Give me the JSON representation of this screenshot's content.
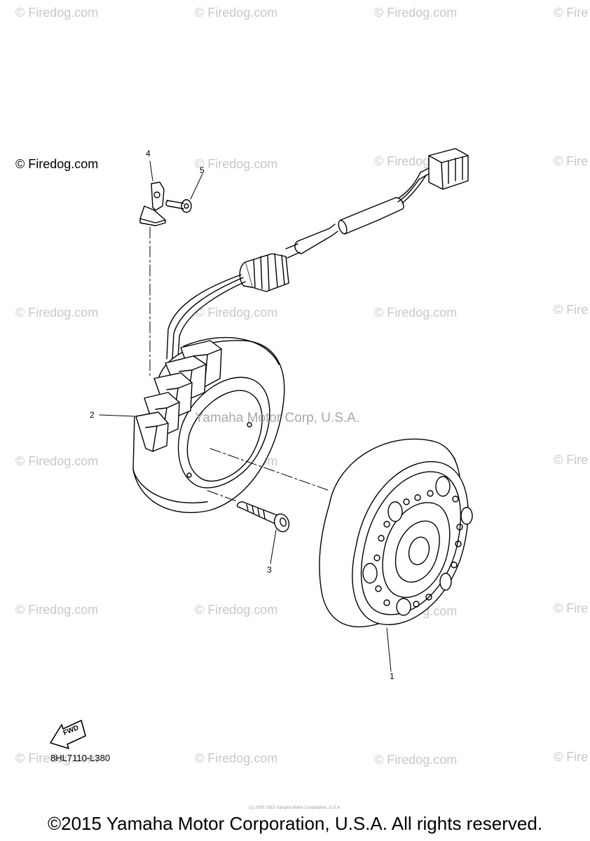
{
  "watermark": {
    "text": "© Firedog.com",
    "text_cut": "© Fire"
  },
  "diagram": {
    "callouts": [
      "1",
      "2",
      "3",
      "4",
      "5"
    ],
    "ghost_text": "Yamaha Motor Corp, U.S.A.",
    "part_code": "8HL7110-L380",
    "fwd_label": "FWD"
  },
  "footer": {
    "copyright": "©2015 Yamaha Motor Corporation, U.S.A. All rights reserved.",
    "tiny": "(c) 2005-2015 Yamaha Motor Corporation, U.S.A."
  }
}
